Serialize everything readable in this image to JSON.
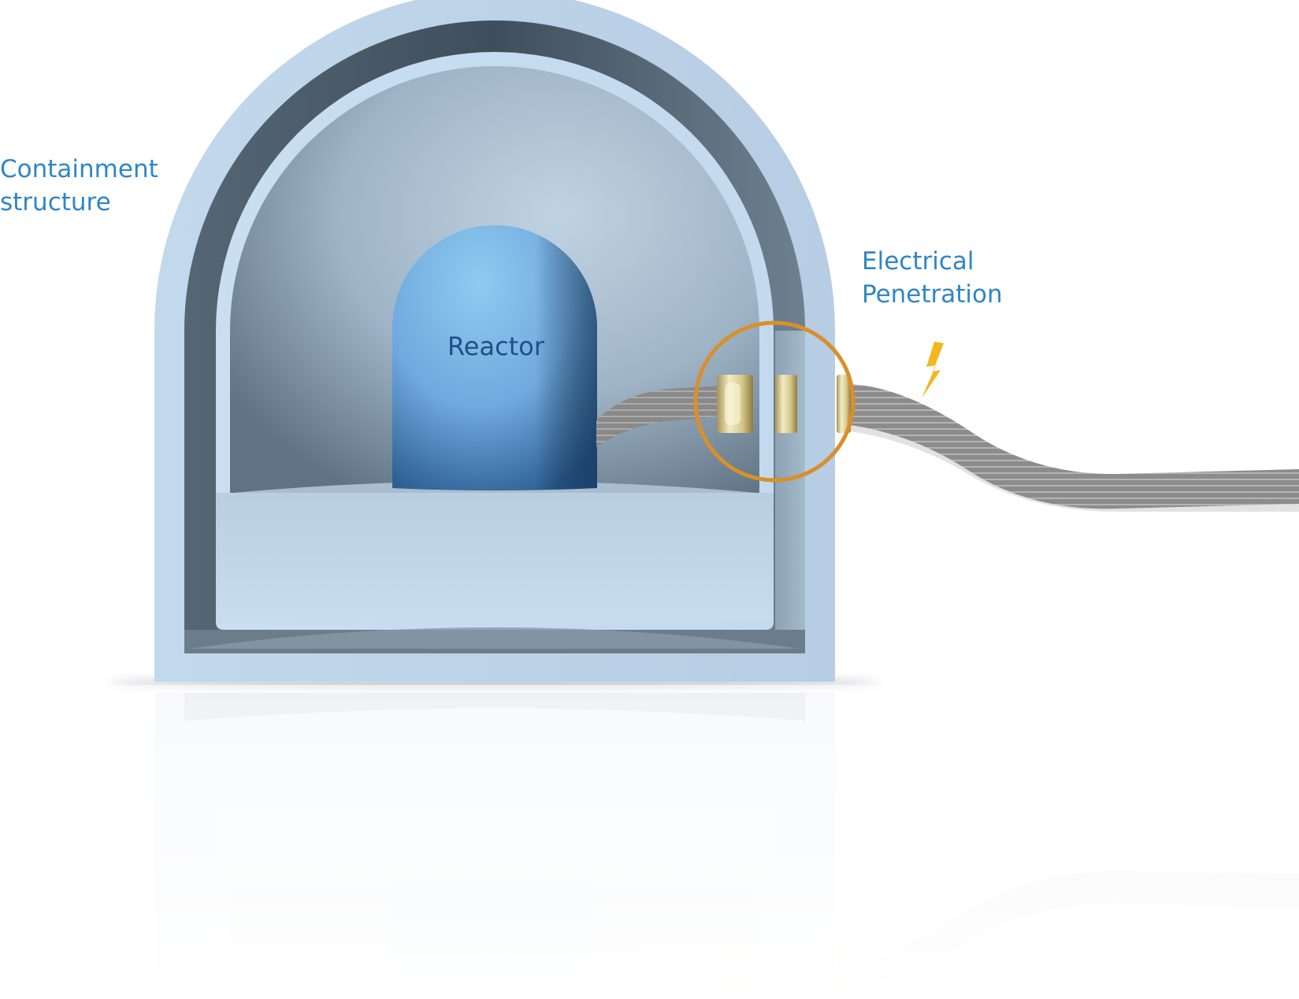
{
  "labels": {
    "containment": {
      "line1": "Containment",
      "line2": "structure"
    },
    "electrical": {
      "line1": "Electrical",
      "line2": "Penetration"
    },
    "reactor": "Reactor"
  },
  "icons": {
    "bolt": "lightning-bolt-icon",
    "highlight": "highlight-circle-icon"
  },
  "colors": {
    "label_blue": "#2f86c6",
    "reactor_label": "#1d4f8c",
    "containment_light": "#c6ddf0",
    "containment_dark": "#5a6a78",
    "reactor": "#6aa9df",
    "highlight_ring": "#d98f2b",
    "bolt": "#f2b81c",
    "cable": "#8a8a8a",
    "bushing": "#cfc28a"
  }
}
